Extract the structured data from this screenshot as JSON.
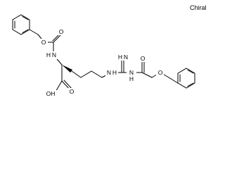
{
  "chiral_label": "Chiral",
  "atoms": {
    "o_ester_left": "O",
    "o_carbonyl_left": "O",
    "nh_alpha": "N",
    "h_alpha": "H",
    "oh_acid": "OH",
    "o_carbonyl_acid": "O",
    "nh_delta": "N",
    "h_delta": "H",
    "nh_imine": "N",
    "h_imine": "H",
    "nh_guan": "N",
    "h_guan": "H",
    "o_carbonyl_right": "O",
    "o_ester_right": "O"
  }
}
